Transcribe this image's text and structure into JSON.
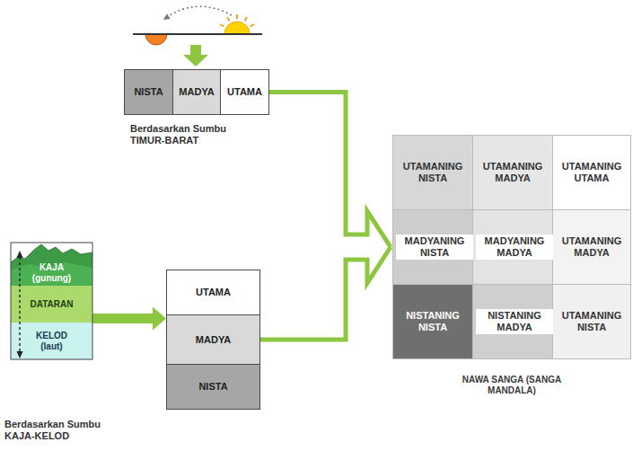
{
  "diagram": {
    "nodes": [
      {
        "text": [
          "NISTA"
        ]
      },
      {
        "text": [
          "MADYA"
        ]
      },
      {
        "text": [
          "UTAMA"
        ]
      },
      {
        "text": [
          "KAJA (gunung)"
        ]
      },
      {
        "text": [
          "UTAMA"
        ]
      },
      {
        "text": [
          "DATARAN"
        ]
      },
      {
        "text": [
          "MADYA"
        ]
      },
      {
        "text": [
          "KELOD (laut)"
        ]
      },
      {
        "text": [
          "NISTA"
        ]
      },
      {
        "text": [
          "NAWA SANGA (SANGA MANDALA)"
        ]
      },
      {
        "text": [
          "UTAMANING NISTA"
        ],
        "in": 9
      },
      {
        "text": [
          "UTAMANING MADYA"
        ],
        "in": 9
      },
      {
        "text": [
          "UTAMANING UTAMA"
        ],
        "in": 9
      },
      {
        "text": [
          "MADYANING NISTA"
        ],
        "in": 9
      },
      {
        "text": [
          "MADYANING MADYA"
        ],
        "in": 9
      },
      {
        "text": [
          "UTAMANING MADYA"
        ],
        "in": 9
      },
      {
        "text": [
          "NISTANING NISTA"
        ],
        "in": 9
      },
      {
        "text": [
          "NISTANING MADYA"
        ],
        "in": 9
      },
      {
        "text": [
          "UTAMANING NISTA"
        ],
        "in": 9
      }
    ],
    "edges": [
      {
        "from": 5,
        "to": 6,
        "arrow": "to"
      },
      {
        "from": 2,
        "to": 9,
        "arrow": "to"
      },
      {
        "from": 6,
        "to": 9,
        "arrow": "to"
      }
    ],
    "labels": [
      "Berdasarkan Sumbu TIMUR-BARAT",
      "Berdasarkan Sumbu KAJA-KELOD"
    ]
  }
}
